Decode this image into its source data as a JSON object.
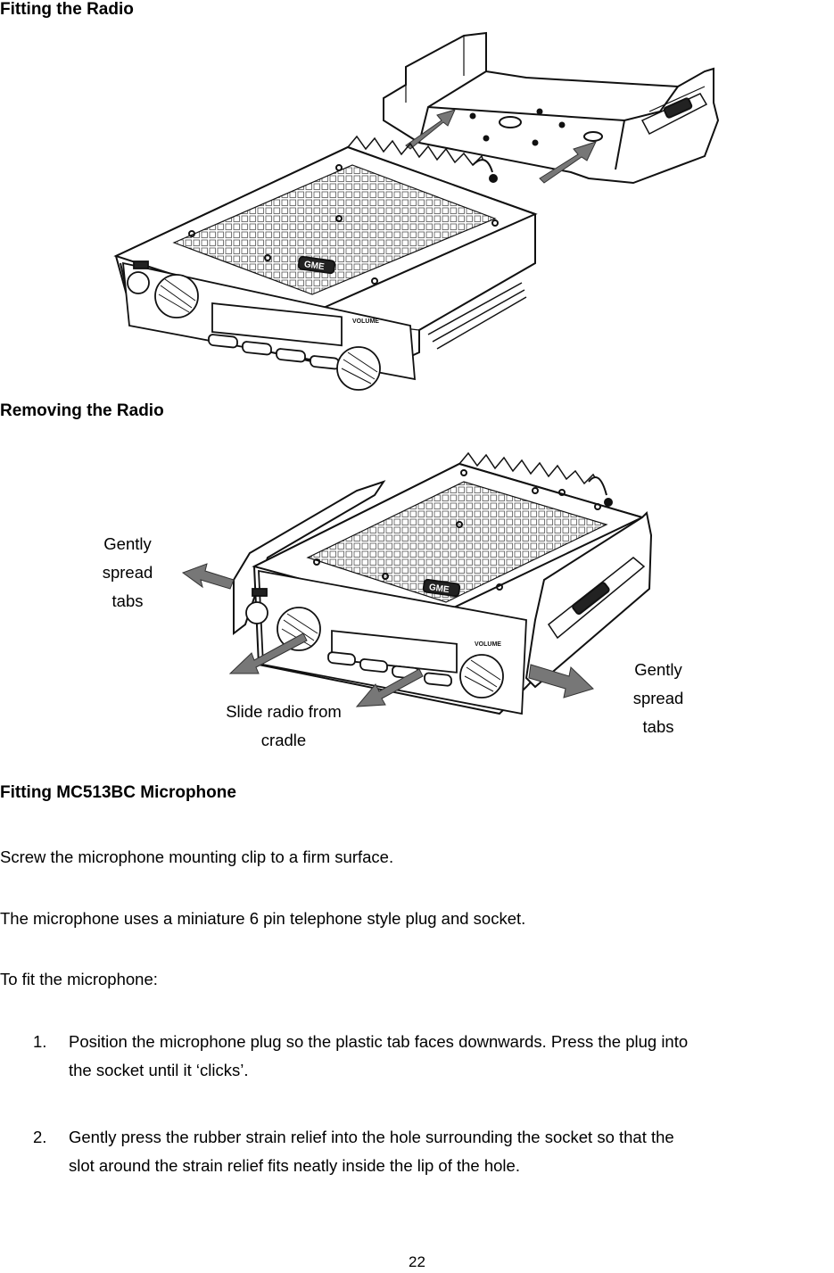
{
  "sections": {
    "fitting_title": "Fitting the Radio",
    "removing_title": "Removing the Radio",
    "microphone_title": "Fitting MC513BC Microphone"
  },
  "figure1": {
    "brand_text": "GME",
    "volume_text": "VOLUME"
  },
  "figure2": {
    "brand_text": "GME",
    "volume_text": "VOLUME",
    "labels": {
      "left_tabs": [
        "Gently",
        "spread",
        "tabs"
      ],
      "right_tabs": [
        "Gently",
        "spread",
        "tabs"
      ],
      "slide": [
        "Slide radio from",
        "cradle"
      ]
    }
  },
  "paragraphs": [
    "Screw the microphone mounting clip to a firm surface.",
    "The microphone uses a miniature 6 pin telephone style plug and socket.",
    "To fit the microphone:"
  ],
  "steps": [
    {
      "num": "1.",
      "lines": [
        "Position the microphone plug so the plastic tab faces downwards. Press the plug into",
        "the socket until it ‘clicks’."
      ]
    },
    {
      "num": "2.",
      "lines": [
        "Gently press the rubber strain relief into the hole surrounding the socket so that the",
        "slot around the strain relief fits neatly inside the lip of the hole."
      ]
    }
  ],
  "page_number": "22"
}
